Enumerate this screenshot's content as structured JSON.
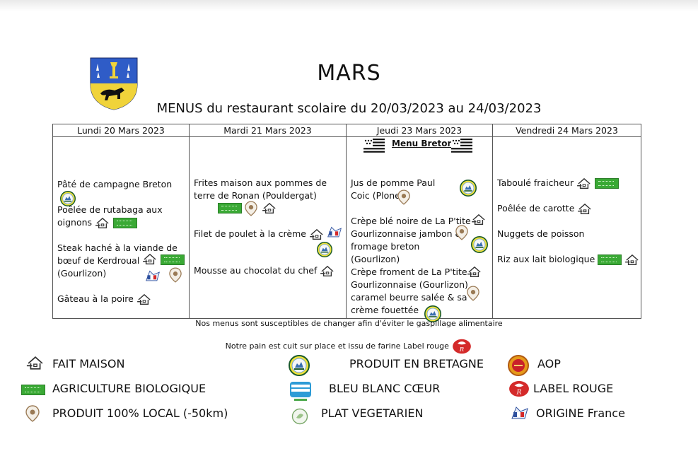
{
  "header": {
    "title": "MARS",
    "subtitle": "MENUS du restaurant scolaire du 20/03/2023 au 24/03/2023"
  },
  "days": [
    {
      "name": "Lundi 20 Mars 2023",
      "items": [
        "Pâté de campagne Breton",
        "Poêlée de rutabaga aux oignons",
        "Steak haché à la viande de bœuf de Kerdroual (Gourlizon)",
        "Gâteau à la poire"
      ]
    },
    {
      "name": "Mardi 21 Mars 2023",
      "items": [
        "Frites maison aux pommes de terre de Ronan (Pouldergat)",
        "Filet de poulet à la crème",
        "Mousse au chocolat du chef"
      ]
    },
    {
      "name": "Jeudi 23 Mars 2023",
      "banner": "Menu Breton",
      "items": [
        "Jus de pomme Paul Coic (Ploneis)",
        "Crèpe blé noire de La P'tite Gourlizonnaise jambon & fromage breton (Gourlizon)",
        "Crèpe froment de La P'tite Gourlizonnaise (Gourlizon) caramel beurre salée & sa crème fouettée"
      ]
    },
    {
      "name": "Vendredi 24 Mars 2023",
      "items": [
        "Taboulé fraicheur",
        "Poêlée de carotte",
        "Nuggets de poisson",
        "Riz aux lait biologique"
      ]
    }
  ],
  "notes": {
    "waste": "Nos menus sont susceptibles de changer afin d'éviter le gaspillage alimentaire",
    "bread": "Notre pain est cuit sur place et issu de farine Label rouge"
  },
  "legend": {
    "fait_maison": "FAIT MAISON",
    "bio": "AGRICULTURE BIOLOGIQUE",
    "local": "PRODUIT 100% LOCAL (-50km)",
    "bretagne": "PRODUIT EN BRETAGNE",
    "bbc": "BLEU BLANC CŒUR",
    "vege": "PLAT VEGETARIEN",
    "aop": "AOP",
    "label_rouge": "LABEL ROUGE",
    "origine": "ORIGINE France"
  },
  "icons": [
    "house-icon",
    "bio-label-icon",
    "local-pin-icon",
    "produit-en-bretagne-icon",
    "bleu-blanc-coeur-icon",
    "vegetarian-icon",
    "aop-icon",
    "label-rouge-icon",
    "origine-france-icon",
    "breton-flag-icon",
    "coat-of-arms-icon"
  ],
  "colors": {
    "bio_green": "#3aa935",
    "bretagne_yellow": "#f2e33a",
    "label_red": "#d42a2a",
    "local_brown": "#9a7a55",
    "aop_orange": "#e69a1a"
  }
}
